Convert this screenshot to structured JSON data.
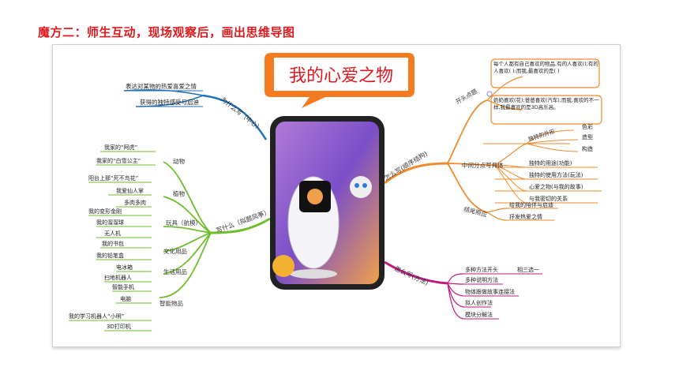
{
  "heading": "魔方二：师生互动，现场观察后，画出思维导图",
  "center_title": "我的心爱之物",
  "colors": {
    "heading": "#e0191e",
    "blue": "#1f6fb5",
    "green": "#6fbe2e",
    "orange": "#f08a2a",
    "magenta": "#c2187f",
    "title_bg": "#f47b20"
  },
  "branches": {
    "why": {
      "label": "为什么写（中心）",
      "items": [
        "表达对某物的热爱喜爱之情",
        "获得的独特感受与启迪"
      ]
    },
    "what": {
      "label": "写什么（拟题风筝）",
      "groups": [
        {
          "label": "动物",
          "items": [
            "我家的“阿虎”",
            "我家的“白雪公主”"
          ]
        },
        {
          "label": "植物",
          "items": [
            "阳台上那“死不鸟花”",
            "我爱仙人掌",
            "多肉多肉"
          ]
        },
        {
          "label": "玩具（航模）",
          "items": [
            "我的变形金刚",
            "我的溜溜球",
            "无人机"
          ]
        },
        {
          "label": "文化用品",
          "items": [
            "我的书包",
            "我的铅笔盒"
          ]
        },
        {
          "label": "生活用品",
          "items": [
            "电冰箱"
          ]
        },
        {
          "label": "智能物品",
          "items": [
            "扫地机器人",
            "智能手机",
            "电脑",
            "我的学习机器人“小明”",
            "3D打印机"
          ]
        }
      ]
    },
    "how_structure": {
      "label": "怎么写(顺序结构)",
      "groups": [
        {
          "label": "开头点题",
          "notes": [
            "每个人都有自己喜欢的物品,有的人喜欢();有的人喜欢( ):而我,最喜欢的是( )",
            "奶奶喜欢(花);爸爸喜欢(汽车);而我,喜欢的不一样,我最喜欢的是3D高乐高。"
          ]
        },
        {
          "label": "中间分点写具体",
          "items": [
            "独特的外形",
            "独特的用途(功能)",
            "独特的使用方法(玩法)",
            "心爱之物(与我的故事)",
            "与我密切的关系"
          ],
          "sub": [
            "色彩",
            "造型",
            "构造"
          ]
        },
        {
          "label": "结尾照应",
          "items": [
            "给我的陪伴与启迪",
            "抒发热爱之情"
          ]
        }
      ]
    },
    "how_method": {
      "label": "怎么写(方法)",
      "items": [
        "多种方法开头",
        "多种说明方法",
        "物体跟做故事连接法",
        "拟人创作法",
        "模块分解法"
      ],
      "extra": "相三选一"
    }
  }
}
